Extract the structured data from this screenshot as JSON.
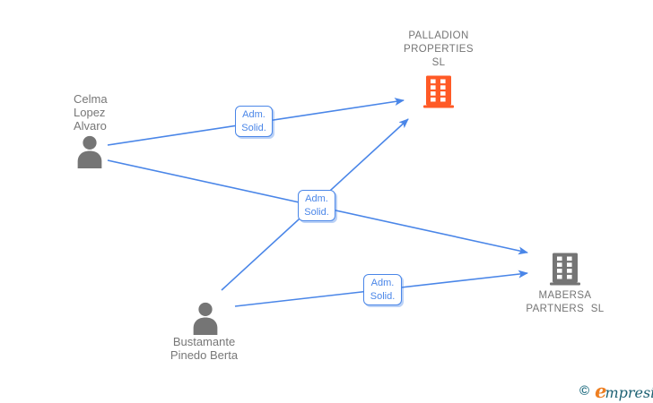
{
  "diagram": {
    "type": "corporate-relationship-graph",
    "nodes": {
      "celma": {
        "type": "person",
        "name": "Celma Lopez Alvaro",
        "line1": "Celma",
        "line2": "Lopez",
        "line3": "Alvaro"
      },
      "bustamante": {
        "type": "person",
        "name": "Bustamante Pinedo Berta",
        "line1": "Bustamante",
        "line2": "Pinedo Berta"
      },
      "palladion": {
        "type": "company",
        "name": "PALLADION PROPERTIES SL",
        "line1": "PALLADION",
        "line2": "PROPERTIES",
        "line3": "SL",
        "icon_color": "#FF5A26"
      },
      "mabersa": {
        "type": "company",
        "name": "MABERSA PARTNERS SL",
        "line1": "MABERSA",
        "line2": "PARTNERS SL",
        "icon_color": "#757575"
      }
    },
    "edges": [
      {
        "from": "Celma Lopez Alvaro",
        "to": "PALLADION PROPERTIES SL"
      },
      {
        "from": "Celma Lopez Alvaro",
        "to": "MABERSA PARTNERS SL"
      },
      {
        "from": "Bustamante Pinedo Berta",
        "to": "PALLADION PROPERTIES SL"
      },
      {
        "from": "Bustamante Pinedo Berta",
        "to": "MABERSA PARTNERS SL"
      }
    ],
    "edge_labels": [
      {
        "line1": "Adm.",
        "line2": "Solid."
      },
      {
        "line1": "Adm.",
        "line2": "Solid."
      },
      {
        "line1": "Adm.",
        "line2": "Solid."
      }
    ],
    "colors": {
      "edge": "#4a86e8",
      "node_text": "#757575",
      "person_icon": "#757575",
      "company_focus_icon": "#FF5A26",
      "company_gray_icon": "#757575",
      "background": "#ffffff"
    }
  },
  "watermark": {
    "copyright": "©",
    "brand_first_letter": "e",
    "brand_rest": "mpresia",
    "brand": "empresia"
  }
}
